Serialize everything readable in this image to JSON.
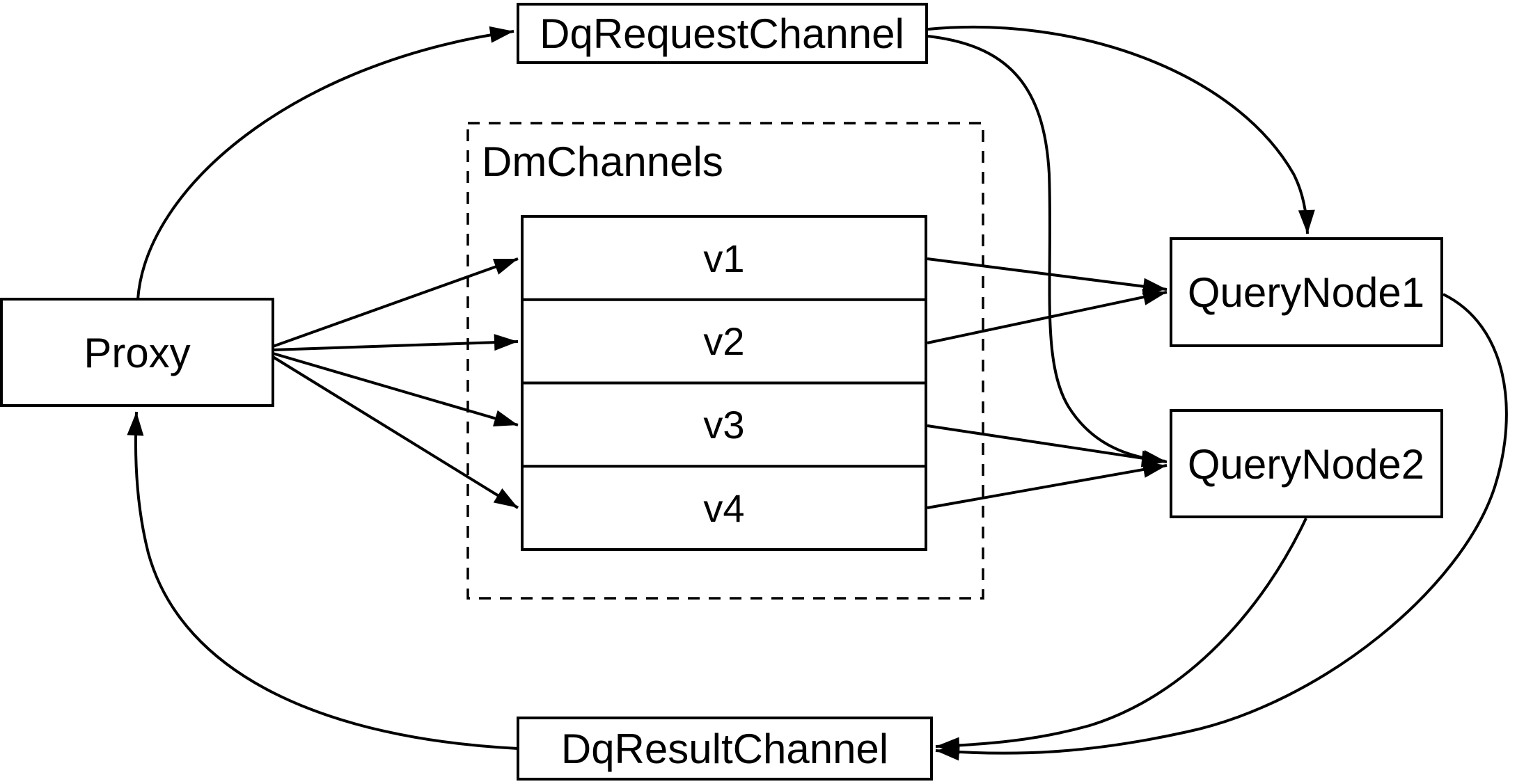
{
  "diagram": {
    "background_color": "#ffffff",
    "stroke_color": "#000000",
    "nodes": {
      "proxy": {
        "label": "Proxy"
      },
      "dq_request_channel": {
        "label": "DqRequestChannel"
      },
      "dq_result_channel": {
        "label": "DqResultChannel"
      },
      "query_node_1": {
        "label": "QueryNode1"
      },
      "query_node_2": {
        "label": "QueryNode2"
      },
      "dm_channels": {
        "label": "DmChannels",
        "channels": [
          {
            "label": "v1"
          },
          {
            "label": "v2"
          },
          {
            "label": "v3"
          },
          {
            "label": "v4"
          }
        ]
      }
    },
    "edges": [
      {
        "from": "Proxy",
        "to": "DqRequestChannel"
      },
      {
        "from": "DqRequestChannel",
        "to": "QueryNode1"
      },
      {
        "from": "DqRequestChannel",
        "to": "QueryNode2"
      },
      {
        "from": "Proxy",
        "to": "v1"
      },
      {
        "from": "Proxy",
        "to": "v2"
      },
      {
        "from": "Proxy",
        "to": "v3"
      },
      {
        "from": "Proxy",
        "to": "v4"
      },
      {
        "from": "v1",
        "to": "QueryNode1"
      },
      {
        "from": "v2",
        "to": "QueryNode1"
      },
      {
        "from": "v3",
        "to": "QueryNode2"
      },
      {
        "from": "v4",
        "to": "QueryNode2"
      },
      {
        "from": "QueryNode1",
        "to": "DqResultChannel"
      },
      {
        "from": "QueryNode2",
        "to": "DqResultChannel"
      },
      {
        "from": "DqResultChannel",
        "to": "Proxy"
      }
    ]
  }
}
